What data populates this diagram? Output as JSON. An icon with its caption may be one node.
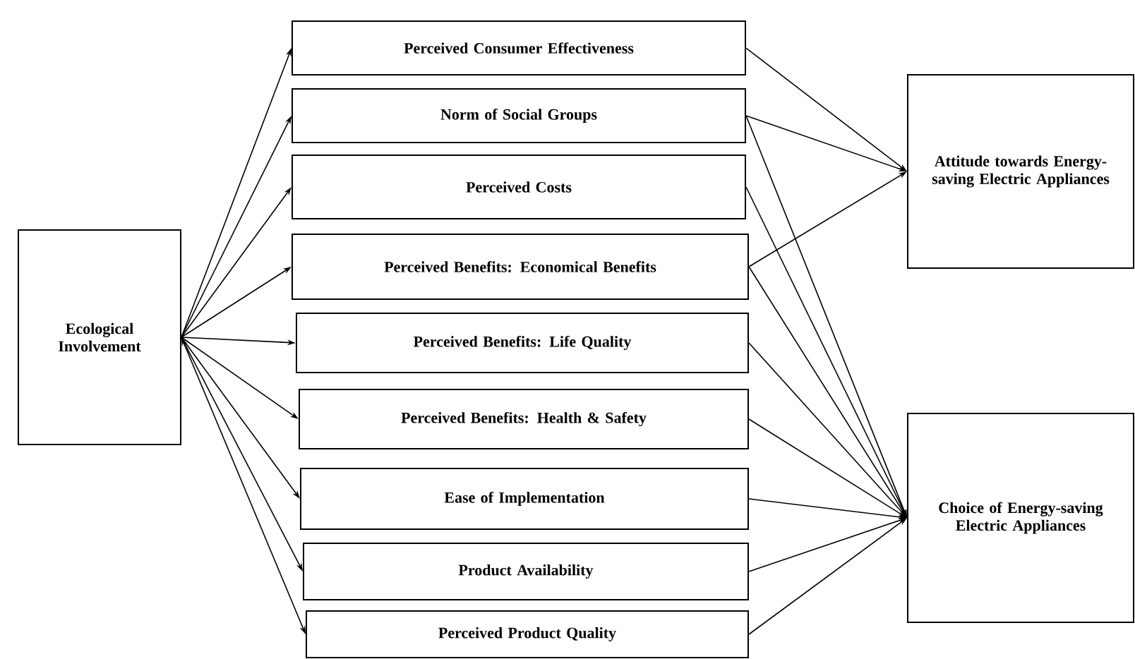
{
  "diagram": {
    "nodes": [
      {
        "text": [
          "Ecological Involvement"
        ]
      },
      {
        "text": [
          "Perceived Consumer Effectiveness"
        ]
      },
      {
        "text": [
          "Norm of Social Groups"
        ]
      },
      {
        "text": [
          "Perceived Costs"
        ]
      },
      {
        "text": [
          "Perceived Benefits: Economical Benefits"
        ]
      },
      {
        "text": [
          "Perceived Benefits: Life Quality"
        ]
      },
      {
        "text": [
          "Perceived Benefits: Health & Safety"
        ]
      },
      {
        "text": [
          "Ease of Implementation"
        ]
      },
      {
        "text": [
          "Product Availability"
        ]
      },
      {
        "text": [
          "Perceived Product Quality"
        ]
      },
      {
        "text": [
          "Attitude towards Energy-saving Electric Appliances"
        ]
      },
      {
        "text": [
          "Choice of Energy-saving Electric Appliances"
        ]
      }
    ],
    "edges": [
      {
        "from": 0,
        "to": 1,
        "arrow": "to"
      },
      {
        "from": 0,
        "to": 2,
        "arrow": "to"
      },
      {
        "from": 0,
        "to": 3,
        "arrow": "to"
      },
      {
        "from": 0,
        "to": 4,
        "arrow": "to"
      },
      {
        "from": 0,
        "to": 5,
        "arrow": "to"
      },
      {
        "from": 0,
        "to": 6,
        "arrow": "to"
      },
      {
        "from": 0,
        "to": 7,
        "arrow": "to"
      },
      {
        "from": 0,
        "to": 8,
        "arrow": "to"
      },
      {
        "from": 0,
        "to": 9,
        "arrow": "both"
      },
      {
        "from": 1,
        "to": 10,
        "arrow": "to"
      },
      {
        "from": 2,
        "to": 10,
        "arrow": "to"
      },
      {
        "from": 4,
        "to": 10,
        "arrow": "to"
      },
      {
        "from": 2,
        "to": 11,
        "arrow": "to"
      },
      {
        "from": 3,
        "to": 11,
        "arrow": "to"
      },
      {
        "from": 4,
        "to": 11,
        "arrow": "to"
      },
      {
        "from": 5,
        "to": 11,
        "arrow": "to"
      },
      {
        "from": 6,
        "to": 11,
        "arrow": "to"
      },
      {
        "from": 7,
        "to": 11,
        "arrow": "to"
      },
      {
        "from": 8,
        "to": 11,
        "arrow": "to"
      },
      {
        "from": 9,
        "to": 11,
        "arrow": "to"
      }
    ]
  }
}
